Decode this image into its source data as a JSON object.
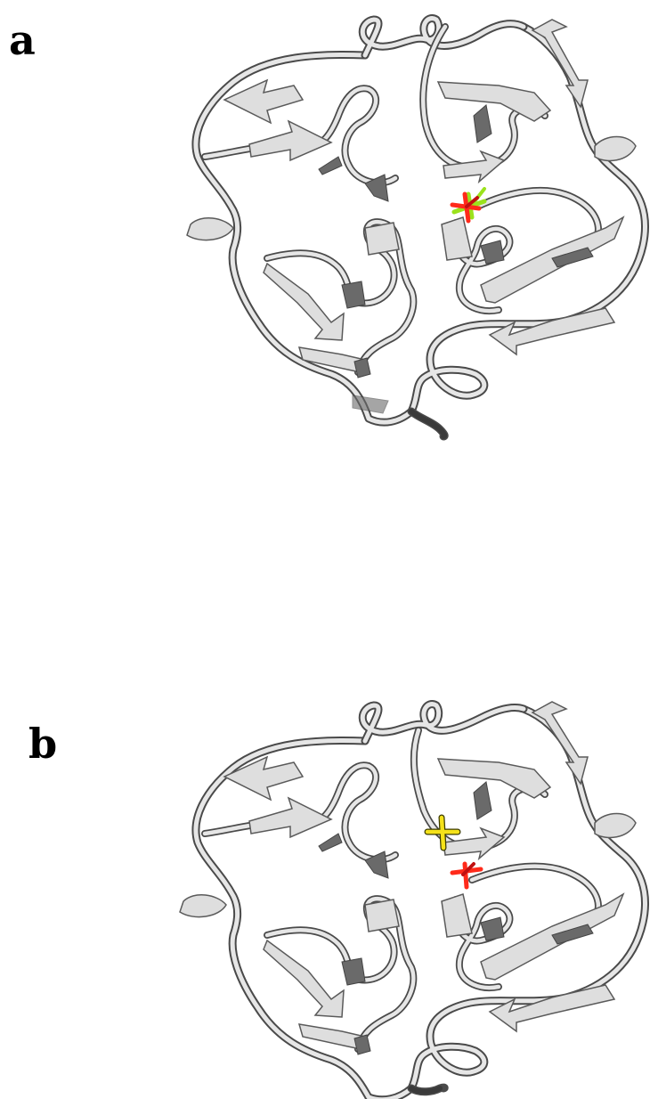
{
  "panels": [
    {
      "label": "a",
      "ligands": [
        {
          "color": "#ff2a1a",
          "role": "red-residue"
        },
        {
          "color": "#9be21c",
          "role": "green-residue"
        }
      ]
    },
    {
      "label": "b",
      "ligands": [
        {
          "color": "#ff2a1a",
          "role": "red-residue"
        },
        {
          "color": "#f5e21a",
          "role": "yellow-residue"
        }
      ]
    }
  ],
  "colors": {
    "ribbon": "#e6e6e6",
    "ribbon_shadow": "#4a4a4a",
    "background": "#ffffff"
  }
}
